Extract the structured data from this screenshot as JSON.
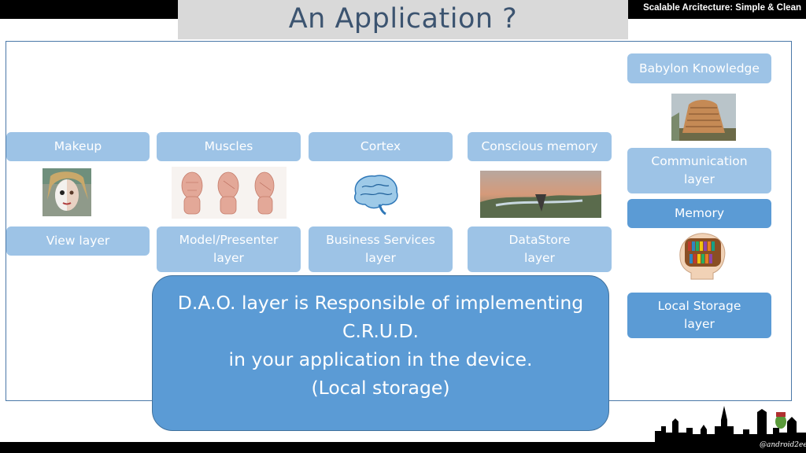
{
  "slide": {
    "title": "An Application ?",
    "brand": "Scalable Arcitecture: Simple & Clean",
    "watermark": "@android2ee"
  },
  "layers": {
    "makeup": "Makeup",
    "muscles": "Muscles",
    "cortex": "Cortex",
    "conscious_memory": "Conscious memory",
    "view_layer": "View layer",
    "model_presenter_l1": "Model/Presenter",
    "model_presenter_l2": "layer",
    "business_l1": "Business Services",
    "business_l2": "layer",
    "datastore_l1": "DataStore",
    "datastore_l2": "layer",
    "babylon": "Babylon Knowledge",
    "communication_l1": "Communication",
    "communication_l2": "layer",
    "memory": "Memory",
    "local_storage_l1": "Local Storage",
    "local_storage_l2": "layer"
  },
  "popup": {
    "line1": "D.A.O. layer is Responsible of implementing",
    "line2": "C.R.U.D.",
    "line3": "in your application in the device.",
    "line4": "(Local storage)"
  },
  "colors": {
    "box_light": "#9dc3e6",
    "box_accent": "#5b9bd5",
    "title": "#3c5470"
  }
}
